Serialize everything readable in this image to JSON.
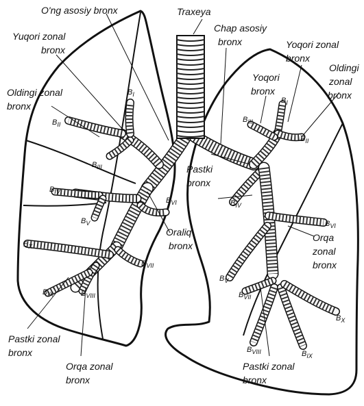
{
  "labels": {
    "traxeya": "Traxeya",
    "ong_asosiy": "O'ng asosiy bronx",
    "yuqori_zonal_1": "Yuqori zonal",
    "yuqori_zonal_2": "bronx",
    "chap_asosiy_1": "Chap asosiy",
    "chap_asosiy_2": "bronx",
    "yoqori_zonal_r_1": "Yoqori zonal",
    "yoqori_zonal_r_2": "bronx",
    "yoqori_1": "Yoqori",
    "yoqori_2": "bronx",
    "oldingi_l_1": "Oldingi zonal",
    "oldingi_l_2": "bronx",
    "oldingi_r_1": "Oldingi",
    "oldingi_r_2": "zonal",
    "oldingi_r_3": "bronx",
    "pastki_m_1": "Pastki",
    "pastki_m_2": "bronx",
    "oraliq_1": "Oraliq",
    "oraliq_2": "bronx",
    "orqa_r_1": "Orqa",
    "orqa_r_2": "zonal",
    "orqa_r_3": "bronx",
    "pastki_zonal_l_1": "Pastki zonal",
    "pastki_zonal_l_2": "bronx",
    "orqa_l_1": "Orqa zonal",
    "orqa_l_2": "bronx",
    "pastki_zonal_r_1": "Pastki zonal",
    "pastki_zonal_r_2": "bronx"
  },
  "segments": {
    "b": "B",
    "s1": "I",
    "s2": "II",
    "s3": "III",
    "s4": "IV",
    "s5": "V",
    "s6": "VI",
    "s7": "VII",
    "s8": "VIII",
    "s9": "IX",
    "s10": "X"
  }
}
